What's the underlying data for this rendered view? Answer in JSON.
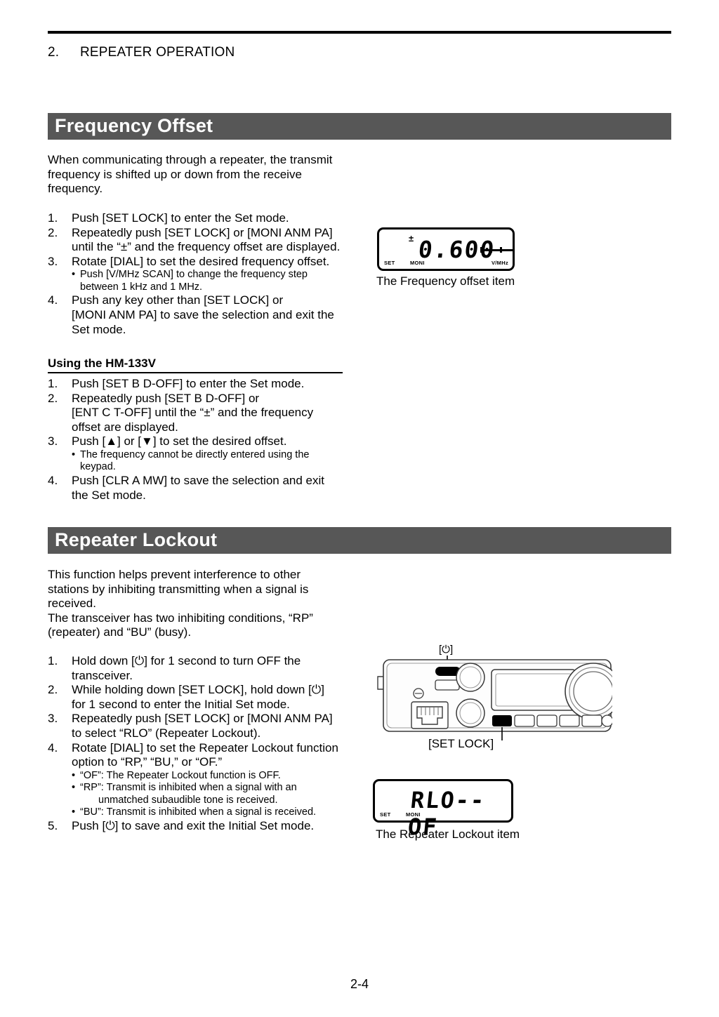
{
  "page": {
    "running_head_number": "2.",
    "running_head_title": "REPEATER OPERATION",
    "folio": "2-4"
  },
  "sections": [
    {
      "id": "frequency-offset",
      "title": "Frequency Offset",
      "intro": [
        "When communicating through a repeater, the transmit",
        "frequency is shifted up or down from the receive",
        "frequency."
      ],
      "steps": [
        {
          "marker": "1.",
          "lines": [
            "Push [SET LOCK] to enter the Set mode."
          ],
          "subs": []
        },
        {
          "marker": "2.",
          "lines": [
            "Repeatedly push [SET LOCK] or [MONI ANM PA]",
            "until the “±” and the frequency offset are displayed."
          ],
          "subs": []
        },
        {
          "marker": "3.",
          "lines": [
            "Rotate [DIAL] to set the desired frequency offset."
          ],
          "subs": [
            {
              "lines": [
                "Push [V/MHz SCAN] to change the frequency step",
                "between 1 kHz and 1 MHz."
              ]
            }
          ]
        },
        {
          "marker": "4.",
          "lines": [
            "Push any key other than [SET LOCK] or",
            "[MONI ANM PA] to save the selection and exit the",
            "Set mode."
          ],
          "subs": []
        }
      ],
      "subheading": "Using the HM-133V",
      "sub_steps": [
        {
          "marker": "1.",
          "lines": [
            "Push [SET B D-OFF] to enter the Set mode."
          ],
          "subs": []
        },
        {
          "marker": "2.",
          "lines": [
            "Repeatedly push [SET B D-OFF] or",
            "[ENT C T-OFF] until the “±” and the frequency",
            "offset are displayed."
          ],
          "subs": []
        },
        {
          "marker": "3.",
          "lines": [
            "Push [▲] or [▼] to set the desired offset."
          ],
          "subs": [
            {
              "lines": [
                "The frequency cannot be directly entered using the",
                "keypad."
              ]
            }
          ]
        },
        {
          "marker": "4.",
          "lines": [
            "Push [CLR A MW] to save the selection and exit",
            "the Set mode."
          ],
          "subs": []
        }
      ]
    },
    {
      "id": "repeater-lockout",
      "title": "Repeater Lockout",
      "intro": [
        "This function helps prevent interference to other",
        "stations by inhibiting transmitting when a signal is",
        "received.",
        "The transceiver has two inhibiting conditions, “RP”",
        "(repeater) and “BU” (busy)."
      ],
      "steps": [
        {
          "marker": "1.",
          "lines": [
            "Hold down [⏻] for 1 second to turn OFF the",
            "transceiver."
          ],
          "subs": []
        },
        {
          "marker": "2.",
          "lines": [
            "While holding down [SET LOCK], hold down [⏻]",
            "for 1 second to enter the Initial Set mode."
          ],
          "subs": []
        },
        {
          "marker": "3.",
          "lines": [
            "Repeatedly push [SET LOCK] or [MONI ANM PA]",
            "to select “RLO” (Repeater Lockout)."
          ],
          "subs": []
        },
        {
          "marker": "4.",
          "lines": [
            "Rotate [DIAL] to set the Repeater Lockout function",
            "option to “RP,” “BU,” or “OF.”"
          ],
          "subs": [
            {
              "lines": [
                "“OF”: The Repeater Lockout function is OFF."
              ]
            },
            {
              "lines": [
                "“RP”: Transmit is inhibited when a signal with an",
                "unmatched subaudible tone is received."
              ],
              "hang_from": 1
            },
            {
              "lines": [
                "“BU”: Transmit is inhibited when a signal is received."
              ]
            }
          ]
        },
        {
          "marker": "5.",
          "lines": [
            "Push [⏻] to save and exit the Initial Set mode."
          ],
          "subs": []
        }
      ]
    }
  ],
  "figures": {
    "frequency_offset_lcd": {
      "plus_minus": "±",
      "digits": "0.600",
      "indicator_set": "SET",
      "indicator_moni": "MONI",
      "indicator_vmhz": "V/MHz",
      "caption": "The Frequency offset item"
    },
    "repeater_lockout_lcd": {
      "digits": "RLO--OF",
      "indicator_set": "SET",
      "indicator_moni": "MONI",
      "caption": "The Repeater Lockout item"
    },
    "transceiver": {
      "power_label": "[⏻]",
      "set_lock_label": "[SET LOCK]"
    }
  },
  "colors": {
    "section_bar": "#575757",
    "section_title_text": "#ffffff",
    "rule": "#000000",
    "highlight_button": "#000000"
  }
}
